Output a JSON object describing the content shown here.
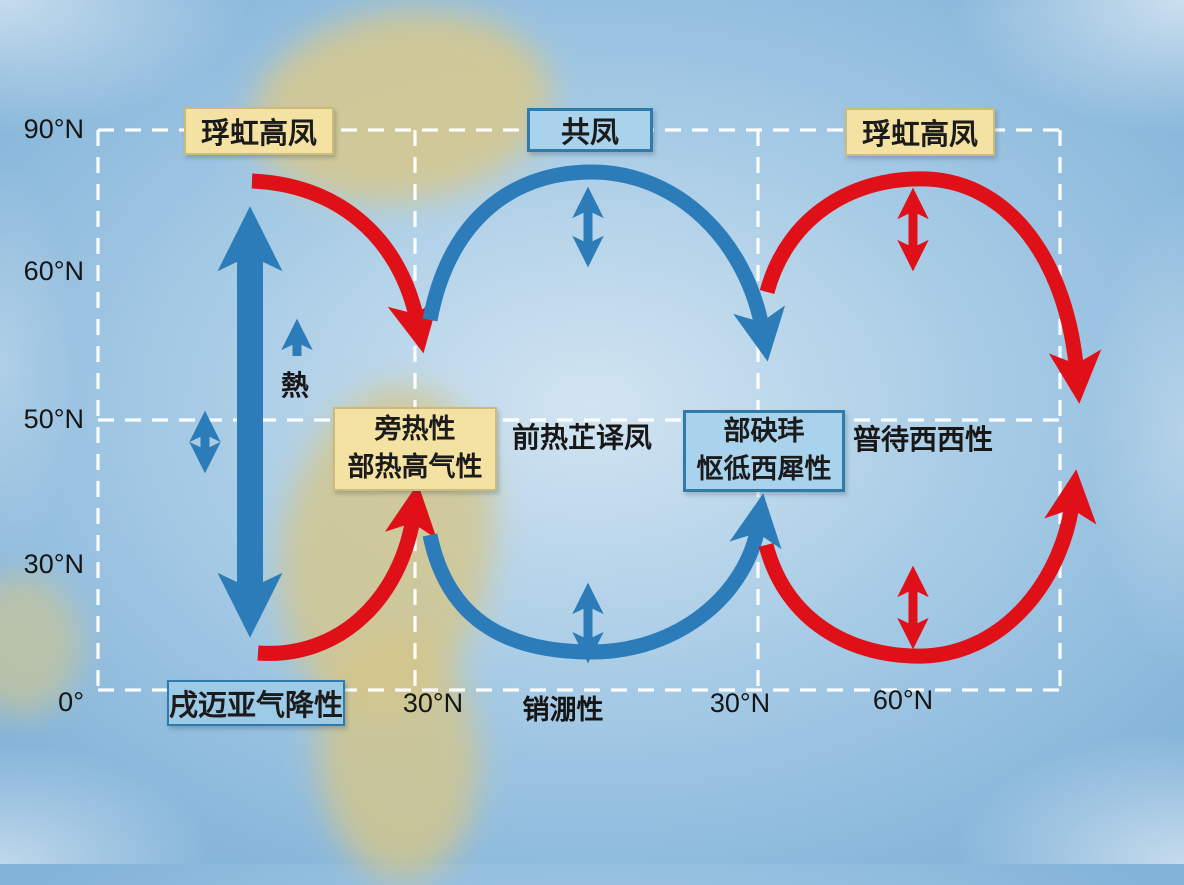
{
  "diagram": {
    "type": "atmospheric-circulation-cells-diagram",
    "background": "blue globe photo with tan land masses and white dashed latitude/longitude grid"
  },
  "colors": {
    "arrow_red": "#df1018",
    "arrow_blue": "#2b7cb8",
    "yellow_box_bg": "#f3e2a2",
    "yellow_box_border": "#cdbb7e",
    "blue_box_bg": "#a9d3ec",
    "blue_box_border": "#2f7cab",
    "dashed_grid": "#ffffff",
    "land": "#d7c88c",
    "text": "#1b1b1b"
  },
  "axis": {
    "left_labels": [
      {
        "text": "90°N"
      },
      {
        "text": "60°N"
      },
      {
        "text": "50°N"
      },
      {
        "text": "30°N"
      },
      {
        "text": "0°"
      }
    ],
    "bottom_labels": [
      {
        "text": "30°N"
      },
      {
        "text": "销淜性"
      },
      {
        "text": "30°N"
      },
      {
        "text": "60°N"
      }
    ]
  },
  "boxes": {
    "top_left": {
      "text": "琈虹高凤",
      "style": "yellow"
    },
    "top_center": {
      "text": "共凤",
      "style": "blue"
    },
    "top_right": {
      "text": "琈虹高凤",
      "style": "yellow"
    },
    "mid_left": {
      "line1": "旁热性",
      "line2": "部热高气性",
      "style": "yellow"
    },
    "mid_right": {
      "line1": "部砄玤",
      "line2": "怄彽西犀性",
      "style": "blue"
    },
    "bottom_left": {
      "text": "戌迈亚气降性",
      "style": "blue"
    }
  },
  "floating_labels": {
    "mid_center": "前热芷译凤",
    "mid_far_right": "暜待西西性",
    "heat": "熱"
  },
  "arrows": {
    "big_vertical_double": "large blue double-headed vertical arrow at left (ascent/descent column)",
    "small_up_heat": "small blue up arrow above 熱 label",
    "small_double_left": "small blue double arrow on 50°N line at left",
    "red_arc_top_left": "red arc from big arrow top curving down to 30°N line",
    "blue_arc_top_center": "blue arc (upper cell) with small blue double arrow at apex",
    "red_arc_top_right": "red arc (upper right cell) with small red double arrow at apex",
    "red_arc_bottom_left": "red arc from big arrow bottom curving up to yellow box",
    "blue_arc_bottom_center": "blue arc (lower cell) with small blue double arrow at base",
    "red_arc_bottom_right": "red arc (lower right cell) with small red double arrow at base"
  }
}
